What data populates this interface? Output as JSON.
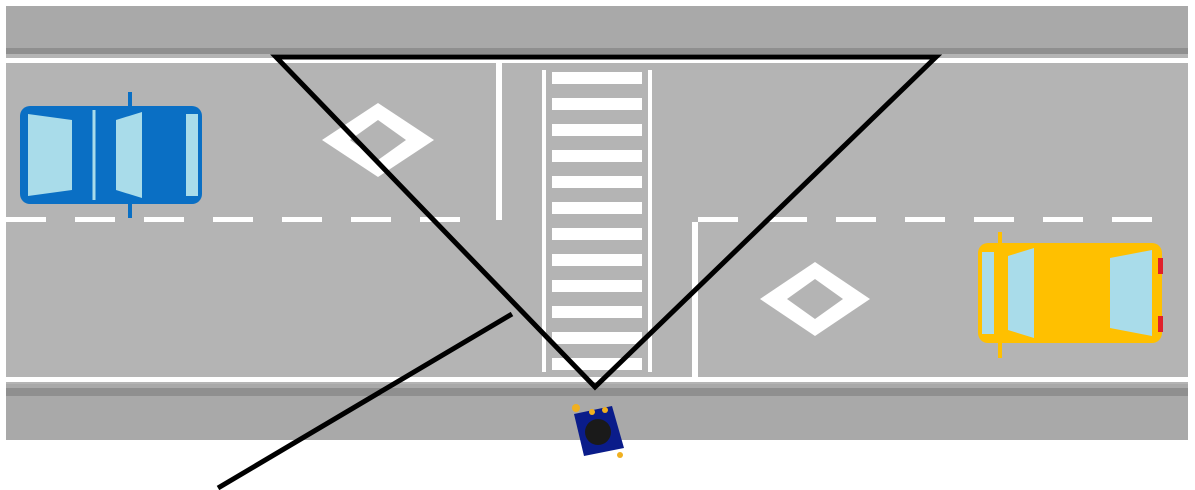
{
  "scene": {
    "road_color": "#b4b4b4",
    "sidewalk_color": "#a9a9a9",
    "curb_color": "#9a9a9a",
    "marking_color": "#ffffff",
    "pointer_line_color": "#000000"
  },
  "vehicles": [
    {
      "name": "blue-car",
      "body_color": "#0a6fc4",
      "glass_color": "#a9dcea",
      "direction": "right"
    },
    {
      "name": "yellow-car",
      "body_color": "#ffc000",
      "glass_color": "#a9dcea",
      "direction": "left"
    }
  ],
  "pedestrian": {
    "coat_color": "#0a1c8a",
    "hair_color": "#1a1a1a",
    "hand_color": "#f0b020"
  },
  "icons": [
    "blue-car-icon",
    "yellow-car-icon",
    "pedestrian-icon",
    "diamond-marking-icon",
    "crosswalk-icon"
  ]
}
